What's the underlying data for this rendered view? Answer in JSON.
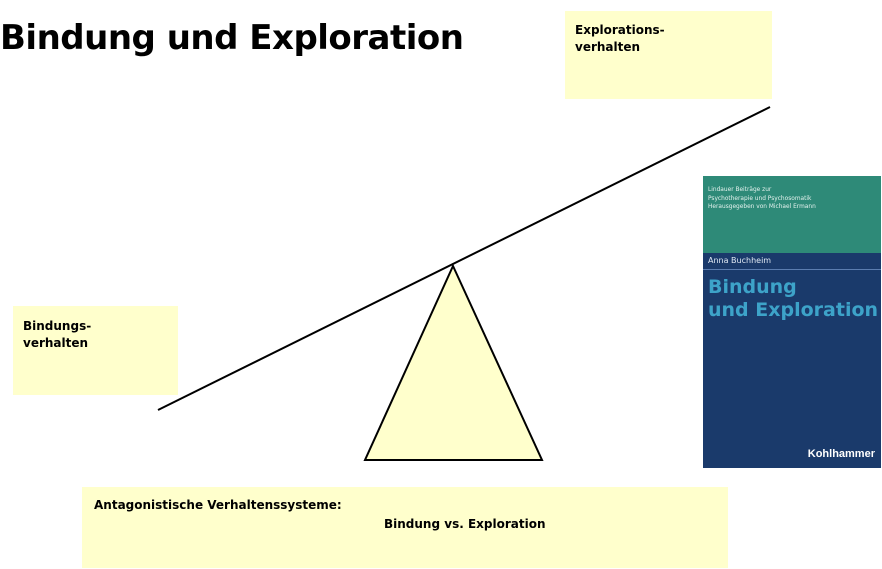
{
  "title": "Bindung und Exploration",
  "notes": {
    "exploration": [
      "Explorations-",
      "verhalten"
    ],
    "bindung": [
      "Bindungs-",
      "verhalten"
    ],
    "bottom": {
      "line1": "Antagonistische Verhaltenssysteme:",
      "line2": "Bindung vs. Exploration"
    }
  },
  "book": {
    "series": [
      "Lindauer Beiträge zur",
      "Psychotherapie und Psychosomatik",
      "Herausgegeben von Michael Ermann"
    ],
    "author": "Anna Buchheim",
    "title_lines": [
      "Bindung",
      "und Exploration"
    ],
    "publisher": "Kohlhammer"
  },
  "colors": {
    "note_fill": "#ffffcc",
    "book_navy": "#1a3a6b",
    "book_teal": "#2e8a78",
    "book_title": "#3da3c9"
  }
}
